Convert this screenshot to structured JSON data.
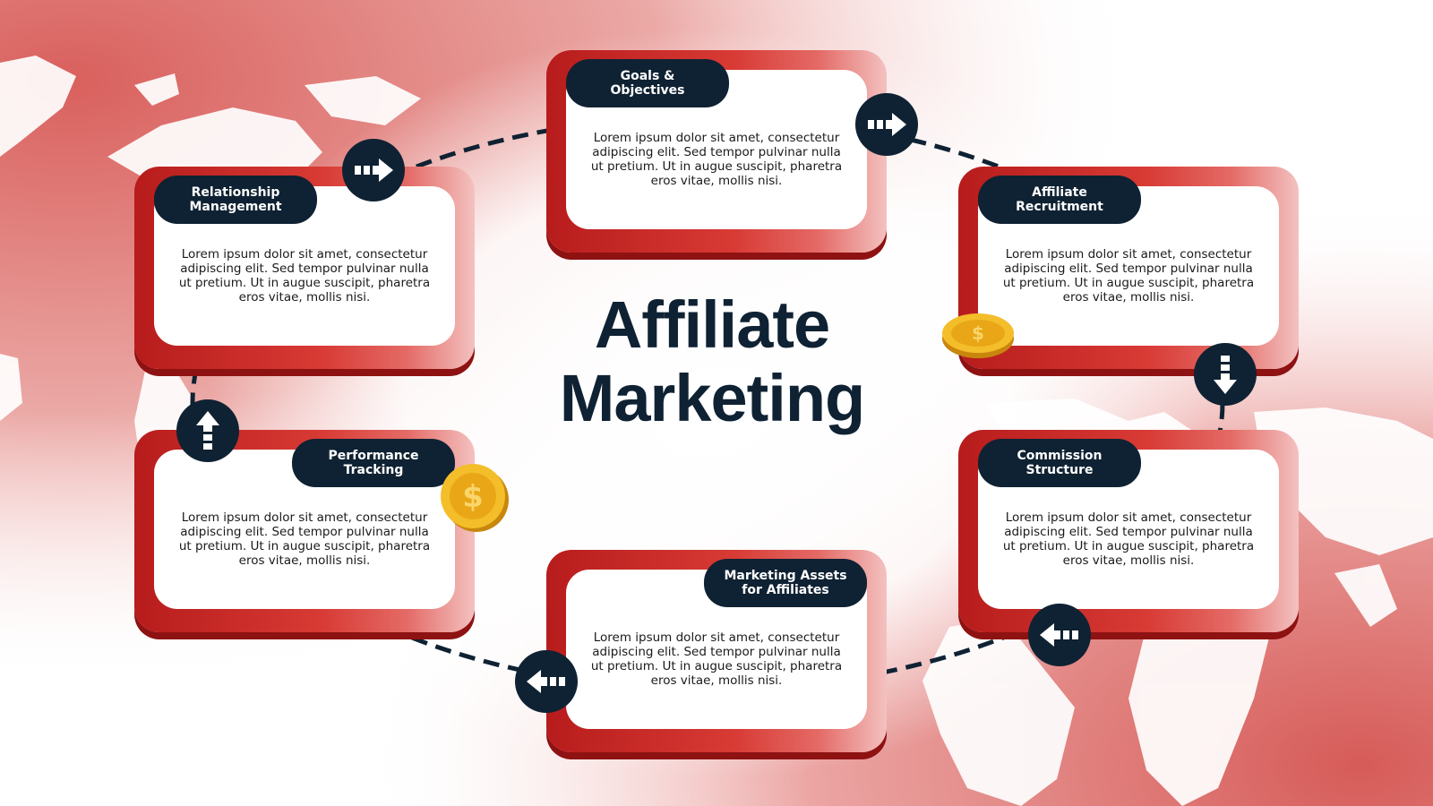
{
  "title": {
    "line1": "Affiliate",
    "line2": "Marketing"
  },
  "cards": [
    {
      "heading": "Goals &\nObjectives",
      "text": "Lorem ipsum dolor sit amet, consectetur adipiscing elit. Sed tempor pulvinar nulla ut pretium. Ut in augue suscipit, pharetra eros vitae, mollis nisi."
    },
    {
      "heading": "Affiliate\nRecruitment",
      "text": "Lorem ipsum dolor sit amet, consectetur adipiscing elit. Sed tempor pulvinar nulla ut pretium. Ut in augue suscipit, pharetra eros vitae, mollis nisi."
    },
    {
      "heading": "Commission\nStructure",
      "text": "Lorem ipsum dolor sit amet, consectetur adipiscing elit. Sed tempor pulvinar nulla ut pretium. Ut in augue suscipit, pharetra eros vitae, mollis nisi."
    },
    {
      "heading": "Marketing Assets\nfor Affiliates",
      "text": "Lorem ipsum dolor sit amet, consectetur adipiscing elit. Sed tempor pulvinar nulla ut pretium. Ut in augue suscipit, pharetra eros vitae, mollis nisi."
    },
    {
      "heading": "Performance\nTracking",
      "text": "Lorem ipsum dolor sit amet, consectetur adipiscing elit. Sed tempor pulvinar nulla ut pretium. Ut in augue suscipit, pharetra eros vitae, mollis nisi."
    },
    {
      "heading": "Relationship\nManagement",
      "text": "Lorem ipsum dolor sit amet, consectetur adipiscing elit. Sed tempor pulvinar nulla ut pretium. Ut in augue suscipit, pharetra eros vitae, mollis nisi."
    }
  ],
  "icons": {
    "arrow": "dashed-arrow-icon",
    "coin": "dollar-coin-icon",
    "background": "world-map"
  },
  "colors": {
    "card_red": "#c62828",
    "navy": "#0f2233",
    "map_pink": "#e08a88",
    "coin_gold": "#f2b51f"
  }
}
